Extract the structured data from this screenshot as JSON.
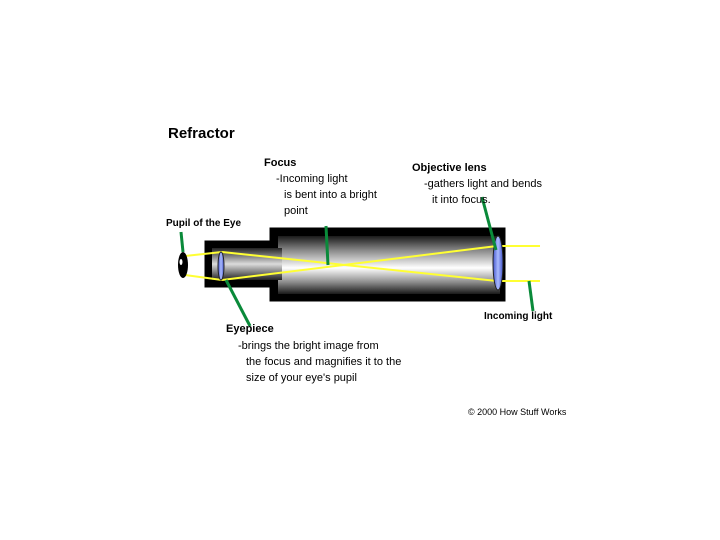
{
  "title": "Refractor",
  "labels": {
    "focus": {
      "heading": "Focus",
      "lines": [
        "-Incoming light",
        "is bent into a bright",
        "point"
      ]
    },
    "objective_lens": {
      "heading": "Objective lens",
      "lines": [
        "-gathers light and bends",
        "it into focus."
      ]
    },
    "pupil": {
      "heading": "Pupil of the Eye"
    },
    "eyepiece": {
      "heading": "Eyepiece",
      "lines": [
        "-brings the bright image from",
        "the focus and magnifies it to the",
        "size of your eye's pupil"
      ]
    },
    "incoming_light": {
      "heading": "Incoming light"
    }
  },
  "copyright": "© 2000 How Stuff Works",
  "colors": {
    "tube_outline": "#000000",
    "light_rays": "#ffff33",
    "leader_lines": "#0a8a3a",
    "lens": "#8899ee"
  }
}
